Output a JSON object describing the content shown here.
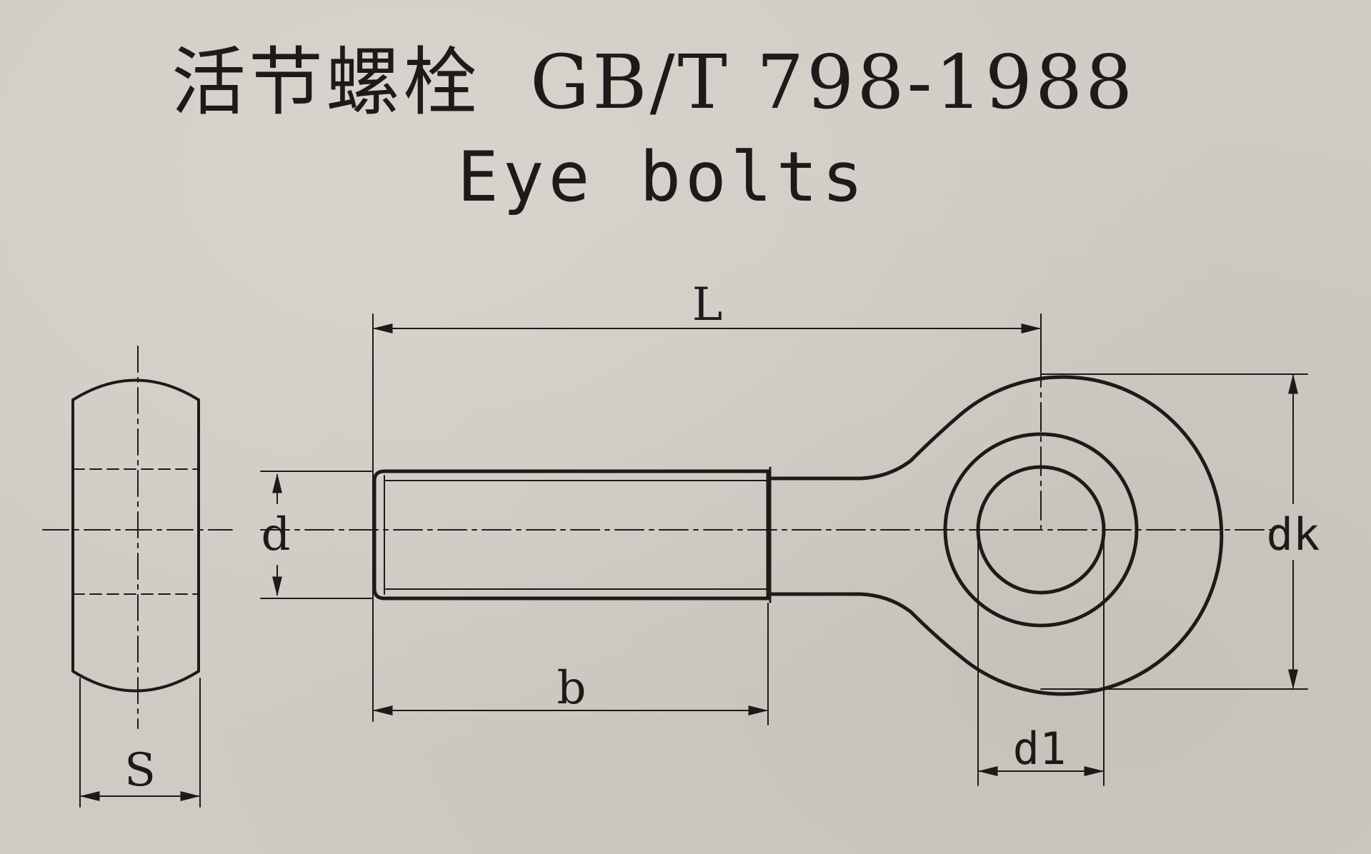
{
  "title": {
    "chinese": "活节螺栓",
    "standard": "GB/T 798-1988"
  },
  "subtitle": "Eye bolts",
  "dimension_labels": {
    "length": "L",
    "thread_length": "b",
    "thread_diameter": "d",
    "head_diameter": "dk",
    "hole_diameter": "d1",
    "head_thickness": "S"
  },
  "colors": {
    "paper": "#cfcbc4",
    "ink": "#1c1b1a"
  }
}
